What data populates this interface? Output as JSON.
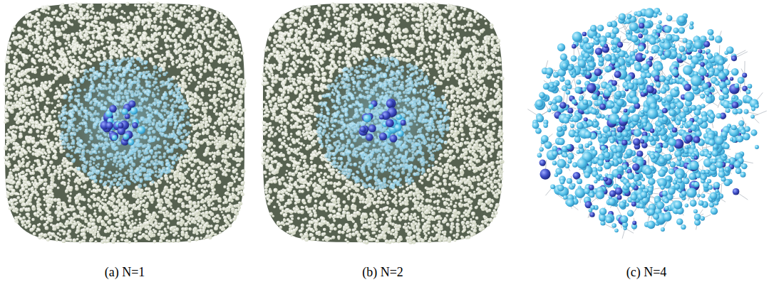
{
  "diagram": {
    "labels": [
      "(a) N=1",
      "(b) N=2",
      "(c) N=4"
    ]
  }
}
